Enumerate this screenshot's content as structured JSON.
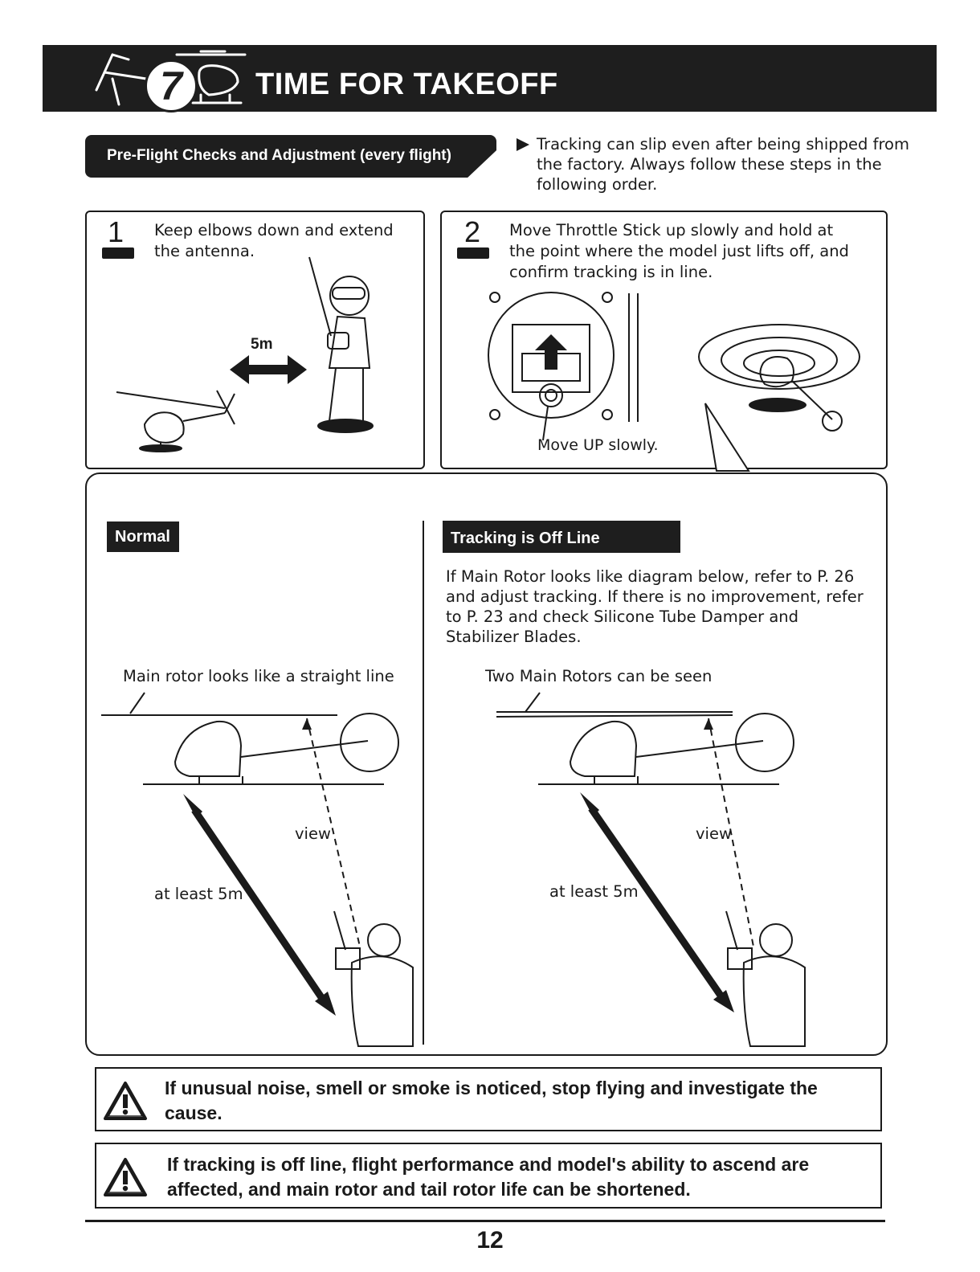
{
  "header": {
    "section_number": "7",
    "title": "TIME FOR TAKEOFF"
  },
  "preflight": {
    "badge": "Pre-Flight Checks and Adjustment (every flight)",
    "intro": "Tracking can slip even after being shipped from the factory. Always follow these steps in the following order."
  },
  "step1": {
    "number": "1",
    "text": "Keep elbows down and extend the antenna.",
    "distance_label": "5m"
  },
  "step2": {
    "number": "2",
    "text": "Move Throttle Stick up slowly and hold at the point where the model just lifts off, and confirm tracking is in line.",
    "stick_caption": "Move UP slowly."
  },
  "normal": {
    "label": "Normal",
    "caption": "Main rotor looks like a straight line",
    "view_label": "view",
    "distance_label": "at least 5m"
  },
  "offline": {
    "label": "Tracking is Off Line",
    "description": "If Main Rotor looks like diagram below, refer to P. 26 and adjust tracking. If there is no improvement, refer to P. 23 and check Silicone Tube Damper and Stabilizer Blades.",
    "caption": "Two Main Rotors can be seen",
    "view_label": "view",
    "distance_label": "at least 5m"
  },
  "warnings": [
    "If unusual noise, smell or smoke is noticed, stop flying and investigate the cause.",
    "If tracking is off line, flight performance and model's ability to ascend are affected, and main rotor and tail rotor life can be shortened."
  ],
  "page_number": "12"
}
